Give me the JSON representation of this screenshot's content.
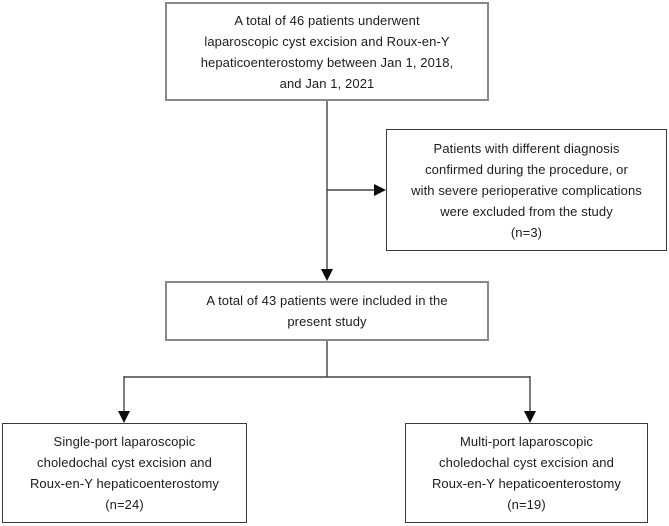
{
  "figure": {
    "type": "flowchart",
    "background_color": "#ffffff",
    "line_color": "#454545",
    "arrowhead_color": "#0d0d0d",
    "box_border_gray": "#898989",
    "box_border_dark": "#3a3a3a",
    "text_color": "#1c1c1c"
  },
  "nodes": {
    "enrolled": {
      "text": "A total of 46 patients underwent\nlaparoscopic cyst excision and Roux-en-Y\nhepaticoenterostomy between Jan 1, 2018,\nand Jan 1, 2021"
    },
    "excluded": {
      "text": "Patients with different diagnosis\nconfirmed during the procedure, or\nwith severe perioperative complications\nwere excluded from the study\n(n=3)"
    },
    "included": {
      "text": "A total of 43 patients were included in the\npresent study"
    },
    "single_port": {
      "text": "Single-port laparoscopic\ncholedochal cyst excision and\nRoux-en-Y hepaticoenterostomy\n(n=24)"
    },
    "multi_port": {
      "text": "Multi-port laparoscopic\ncholedochal cyst excision and\nRoux-en-Y hepaticoenterostomy\n(n=19)"
    }
  }
}
